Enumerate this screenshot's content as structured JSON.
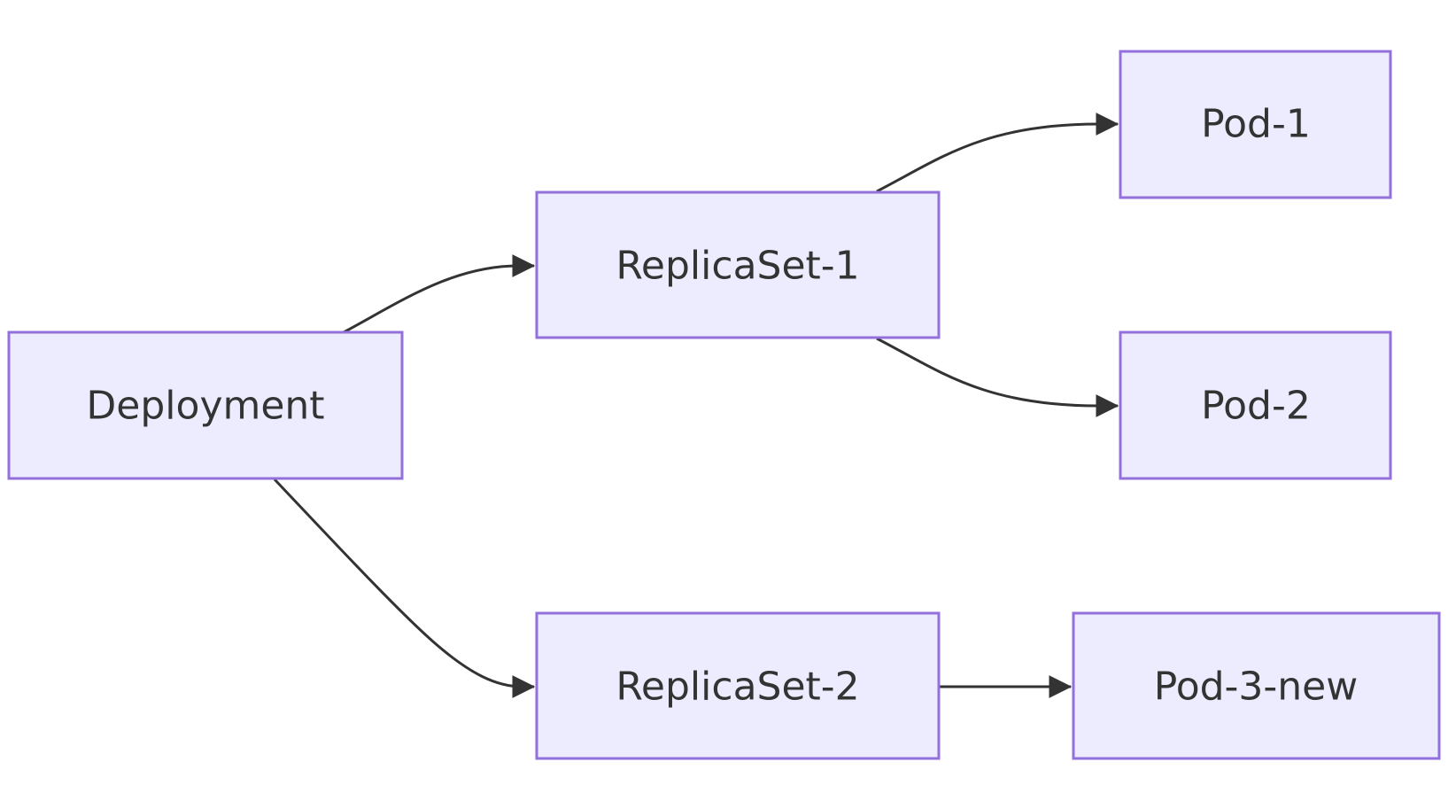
{
  "diagram": {
    "nodes": {
      "deployment": {
        "label": "Deployment"
      },
      "replicaset1": {
        "label": "ReplicaSet-1"
      },
      "replicaset2": {
        "label": "ReplicaSet-2"
      },
      "pod1": {
        "label": "Pod-1"
      },
      "pod2": {
        "label": "Pod-2"
      },
      "pod3": {
        "label": "Pod-3-new"
      }
    },
    "edges": [
      {
        "from": "deployment",
        "to": "replicaset1"
      },
      {
        "from": "deployment",
        "to": "replicaset2"
      },
      {
        "from": "replicaset1",
        "to": "pod1"
      },
      {
        "from": "replicaset1",
        "to": "pod2"
      },
      {
        "from": "replicaset2",
        "to": "pod3"
      }
    ],
    "colors": {
      "node_fill": "#ececfe",
      "node_stroke": "#9370db",
      "edge": "#333333",
      "text": "#333333"
    }
  }
}
